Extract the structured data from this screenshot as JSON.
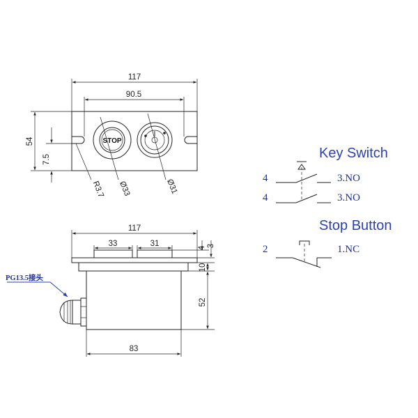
{
  "top_view": {
    "width": "117",
    "hole_spacing": "90.5",
    "height": "54",
    "slot_offset": "7.5",
    "stop_label": "STOP",
    "radius": "R3.7",
    "stop_dia": "Ø33",
    "key_dia": "Ø31"
  },
  "front_view": {
    "width": "117",
    "stop_width": "33",
    "key_width": "31",
    "button_height": "4",
    "cap_height": "3",
    "plate_thickness": "10",
    "body_height": "52",
    "body_width": "83",
    "gland_label": "PG13.5接头"
  },
  "key_switch": {
    "title": "Key Switch",
    "contacts": [
      {
        "left": "4",
        "right": "3.NO"
      },
      {
        "left": "4",
        "right": "3.NO"
      }
    ]
  },
  "stop_button": {
    "title": "Stop Button",
    "contact": {
      "left": "2",
      "right": "1.NC"
    }
  }
}
